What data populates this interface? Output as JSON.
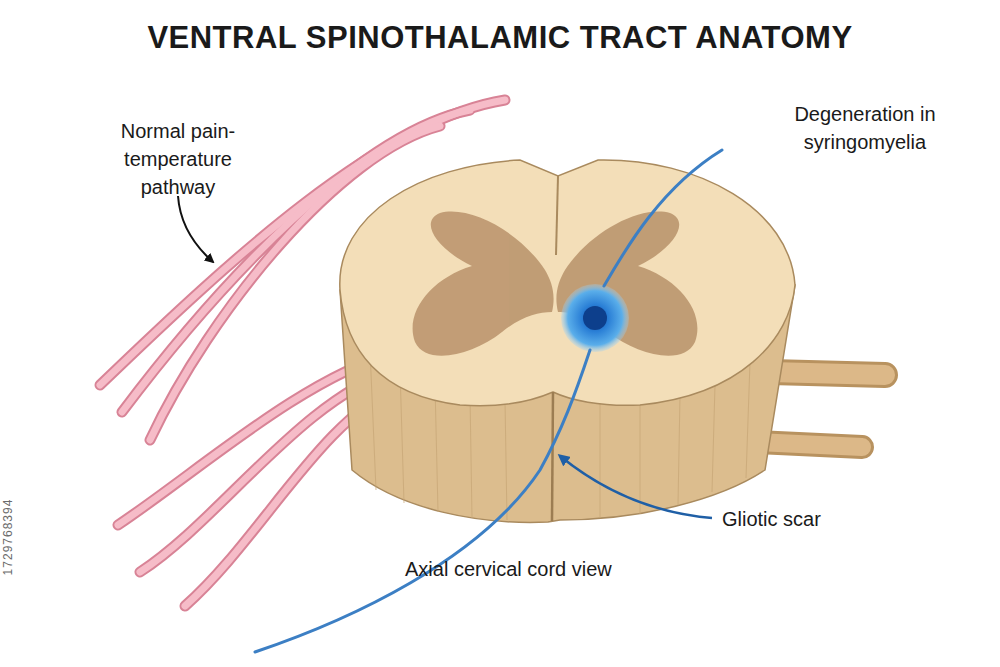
{
  "diagram": {
    "title": "VENTRAL SPINOTHALAMIC TRACT ANATOMY",
    "labels": [
      "Normal pain-temperature pathway",
      "Degeneration in syringomyelia",
      "Gliotic scar",
      "Axial cervical cord view",
      "1729768394"
    ]
  }
}
